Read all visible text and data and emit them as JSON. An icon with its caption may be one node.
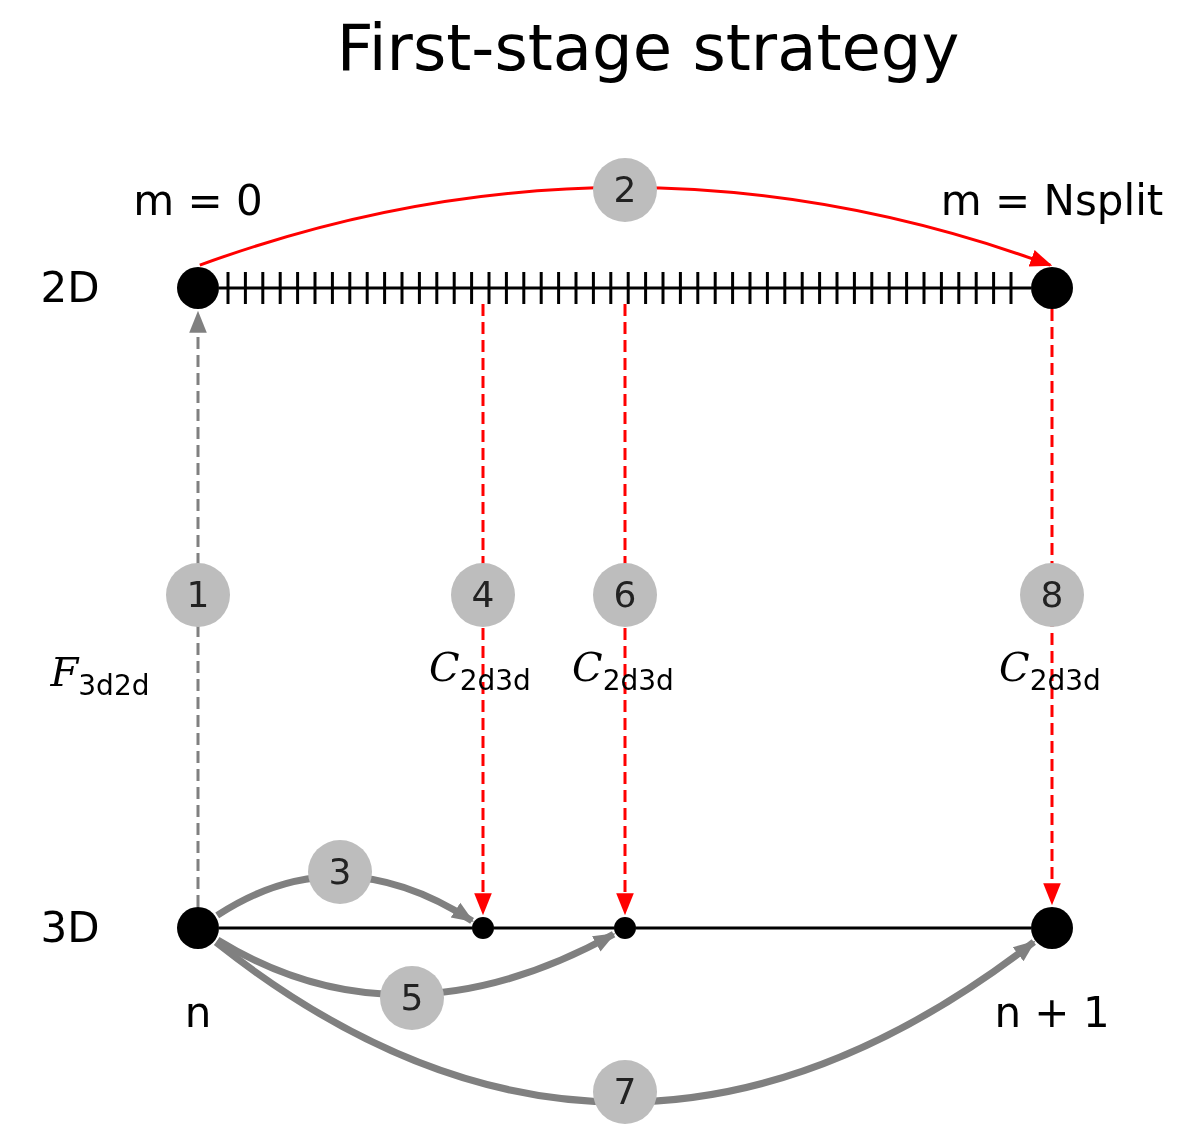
{
  "diagram": {
    "title": "First-stage strategy",
    "nodes": [
      {
        "text": [],
        "shape": "circle",
        "beside": [
          "m = 0"
        ]
      },
      {
        "text": [],
        "shape": "circle",
        "beside": [
          "m = Nsplit"
        ]
      },
      {
        "text": [],
        "shape": "circle",
        "beside": [
          "n"
        ]
      },
      {
        "text": [],
        "shape": "circle"
      },
      {
        "text": [],
        "shape": "circle"
      },
      {
        "text": [],
        "shape": "circle",
        "beside": [
          "n + 1"
        ]
      },
      {
        "text": [],
        "shape": "bar"
      }
    ],
    "edges": [
      {
        "from": 2,
        "to": 0,
        "arrow": "to",
        "label": "1",
        "style": "dashed",
        "color": "#808080"
      },
      {
        "from": 0,
        "to": 1,
        "arrow": "to",
        "label": "2",
        "color": "#ff0000"
      },
      {
        "from": 2,
        "to": 3,
        "arrow": "to",
        "label": "3",
        "style": "thick",
        "color": "#808080"
      },
      {
        "from": 6,
        "to": 3,
        "arrow": "to",
        "label": "4",
        "style": "dashed",
        "color": "#ff0000"
      },
      {
        "from": 2,
        "to": 4,
        "arrow": "to",
        "label": "5",
        "style": "thick",
        "color": "#808080"
      },
      {
        "from": 6,
        "to": 4,
        "arrow": "to",
        "label": "6",
        "style": "dashed",
        "color": "#ff0000"
      },
      {
        "from": 2,
        "to": 5,
        "arrow": "to",
        "label": "7",
        "style": "thick",
        "color": "#808080"
      },
      {
        "from": 1,
        "to": 5,
        "arrow": "to",
        "label": "8",
        "style": "dashed",
        "color": "#ff0000"
      },
      {
        "from": 2,
        "to": 3,
        "arrow": "none",
        "color": "#000000"
      },
      {
        "from": 3,
        "to": 4,
        "arrow": "none",
        "color": "#000000"
      },
      {
        "from": 4,
        "to": 5,
        "arrow": "none",
        "color": "#000000"
      }
    ],
    "labels": [
      "2D",
      "F$_{3d2d}$",
      "C$_{2d3d}$",
      "C$_{2d3d}$",
      "C$_{2d3d}$",
      "3D"
    ]
  }
}
